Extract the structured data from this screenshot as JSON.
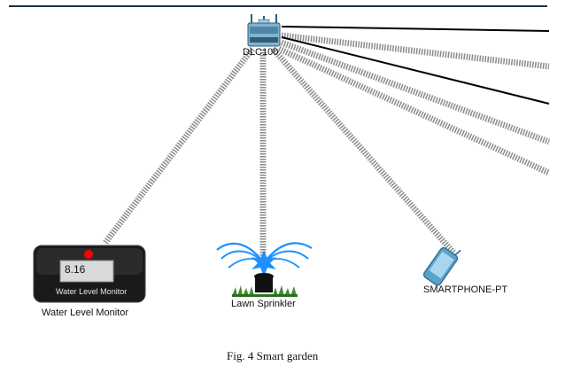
{
  "nodes": {
    "router": {
      "label": "DLC100"
    },
    "water_monitor": {
      "label": "Water Level Monitor",
      "screen_value": "8.16",
      "panel_label": "Water Level Monitor"
    },
    "sprinkler": {
      "label": "Lawn Sprinkler"
    },
    "smartphone": {
      "label": "SMARTPHONE-PT"
    }
  },
  "caption": "Fig. 4 Smart garden",
  "colors": {
    "top_border": "#1f2f4f",
    "wireless_link": "#9a9a9a",
    "wired_link": "#000000",
    "router": "#5a8fb0",
    "water_jet": "#1e90ff",
    "indicator": "#ff0000"
  },
  "icons": {
    "router": "wireless-router-icon",
    "monitor": "water-level-monitor-icon",
    "sprinkler": "lawn-sprinkler-icon",
    "smartphone": "smartphone-icon"
  }
}
